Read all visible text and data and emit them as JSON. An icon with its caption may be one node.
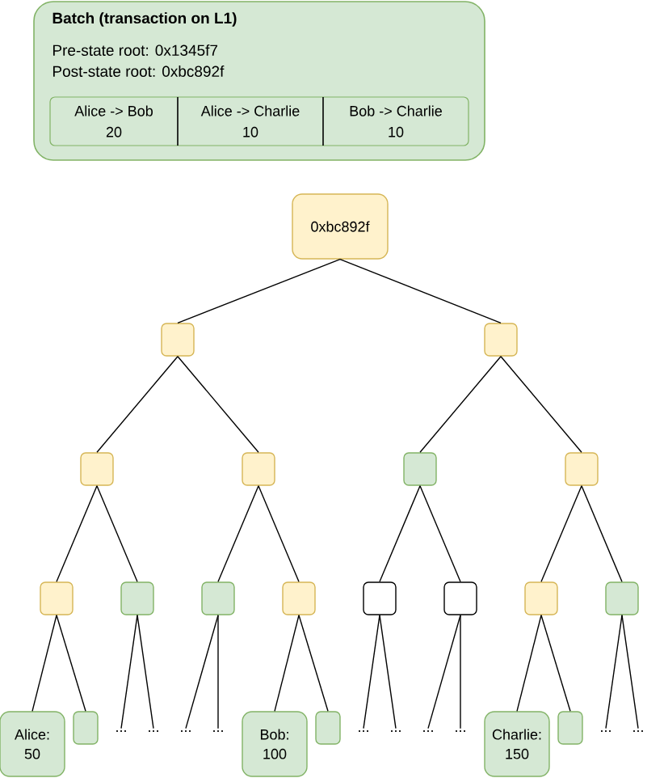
{
  "diagram": {
    "nodes": [
      {
        "text": [
          "Batch (transaction on L1)",
          "Pre-state root: 0x1345f7",
          "Post-state root: 0xbc892f"
        ]
      },
      {
        "text": [],
        "shape": "box",
        "in": 0
      },
      {
        "text": [
          "Alice -> Bob",
          "20"
        ],
        "in": 1
      },
      {
        "text": [
          "Alice -> Charlie",
          "10"
        ],
        "in": 1
      },
      {
        "text": [
          "Bob -> Charlie",
          "10"
        ],
        "in": 1
      },
      {
        "text": [
          "0xbc892f"
        ]
      },
      {
        "text": [],
        "shape": "box"
      },
      {
        "text": [],
        "shape": "box"
      },
      {
        "text": [],
        "shape": "box"
      },
      {
        "text": [],
        "shape": "box"
      },
      {
        "text": [],
        "shape": "box"
      },
      {
        "text": [],
        "shape": "box"
      },
      {
        "text": [],
        "shape": "box"
      },
      {
        "text": [],
        "shape": "box"
      },
      {
        "text": [],
        "shape": "box"
      },
      {
        "text": [],
        "shape": "box"
      },
      {
        "text": [],
        "shape": "box"
      },
      {
        "text": [],
        "shape": "box"
      },
      {
        "text": [],
        "shape": "box"
      },
      {
        "text": [],
        "shape": "box"
      },
      {
        "text": [
          "Alice: 50"
        ]
      },
      {
        "text": [],
        "shape": "box"
      },
      {
        "text": [
          "..."
        ]
      },
      {
        "text": [
          "..."
        ]
      },
      {
        "text": [
          "..."
        ]
      },
      {
        "text": [
          "..."
        ]
      },
      {
        "text": [
          "Bob: 100"
        ]
      },
      {
        "text": [],
        "shape": "box"
      },
      {
        "text": [
          "..."
        ]
      },
      {
        "text": [
          "..."
        ]
      },
      {
        "text": [
          "..."
        ]
      },
      {
        "text": [
          "..."
        ]
      },
      {
        "text": [
          "Charlie: 150"
        ]
      },
      {
        "text": [],
        "shape": "box"
      },
      {
        "text": [
          "..."
        ]
      },
      {
        "text": [
          "..."
        ]
      }
    ],
    "edges": [
      {
        "from": 5,
        "to": 6,
        "arrow": "none"
      },
      {
        "from": 5,
        "to": 7,
        "arrow": "none"
      },
      {
        "from": 6,
        "to": 8,
        "arrow": "none"
      },
      {
        "from": 6,
        "to": 9,
        "arrow": "none"
      },
      {
        "from": 7,
        "to": 10,
        "arrow": "none"
      },
      {
        "from": 7,
        "to": 11,
        "arrow": "none"
      },
      {
        "from": 8,
        "to": 12,
        "arrow": "none"
      },
      {
        "from": 8,
        "to": 13,
        "arrow": "none"
      },
      {
        "from": 9,
        "to": 14,
        "arrow": "none"
      },
      {
        "from": 9,
        "to": 15,
        "arrow": "none"
      },
      {
        "from": 10,
        "to": 16,
        "arrow": "none"
      },
      {
        "from": 10,
        "to": 17,
        "arrow": "none"
      },
      {
        "from": 11,
        "to": 18,
        "arrow": "none"
      },
      {
        "from": 11,
        "to": 19,
        "arrow": "none"
      },
      {
        "from": 12,
        "to": 20,
        "arrow": "none"
      },
      {
        "from": 12,
        "to": 21,
        "arrow": "none"
      },
      {
        "from": 13,
        "to": 22,
        "arrow": "none"
      },
      {
        "from": 13,
        "to": 23,
        "arrow": "none"
      },
      {
        "from": 14,
        "to": 24,
        "arrow": "none"
      },
      {
        "from": 14,
        "to": 25,
        "arrow": "none"
      },
      {
        "from": 15,
        "to": 26,
        "arrow": "none"
      },
      {
        "from": 15,
        "to": 27,
        "arrow": "none"
      },
      {
        "from": 16,
        "to": 28,
        "arrow": "none"
      },
      {
        "from": 16,
        "to": 29,
        "arrow": "none"
      },
      {
        "from": 17,
        "to": 30,
        "arrow": "none"
      },
      {
        "from": 17,
        "to": 31,
        "arrow": "none"
      },
      {
        "from": 18,
        "to": 32,
        "arrow": "none"
      },
      {
        "from": 18,
        "to": 33,
        "arrow": "none"
      },
      {
        "from": 19,
        "to": 34,
        "arrow": "none"
      },
      {
        "from": 19,
        "to": 35,
        "arrow": "none"
      }
    ]
  }
}
